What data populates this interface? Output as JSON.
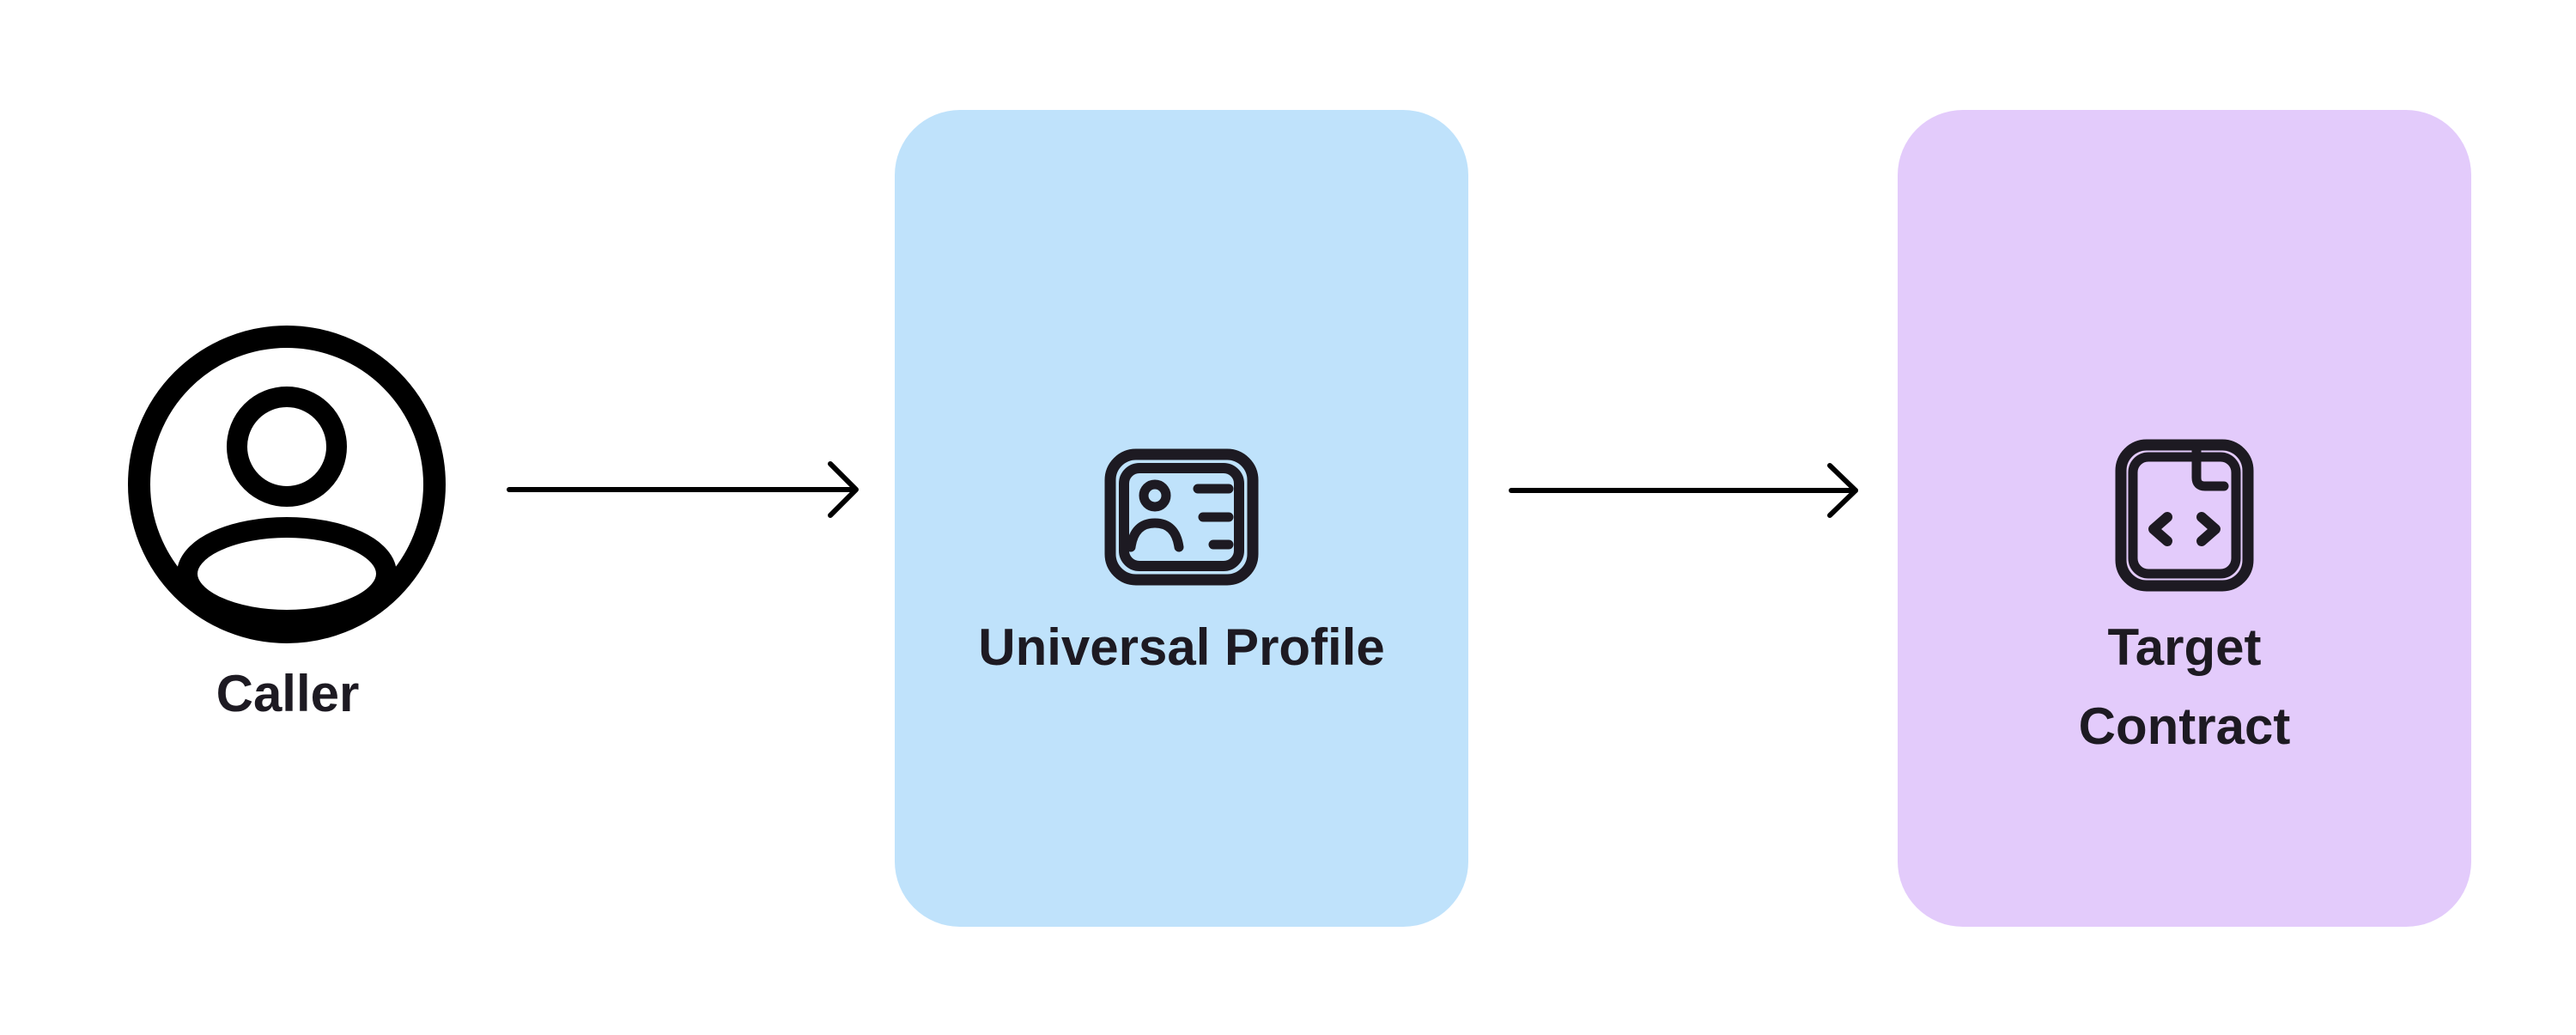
{
  "nodes": {
    "caller": {
      "label": "Caller",
      "icon": "user-circle-icon"
    },
    "universal_profile": {
      "label": "Universal Profile",
      "icon": "id-card-icon",
      "color": "#bfe2fb"
    },
    "target_contract": {
      "label_line1": "Target",
      "label_line2": "Contract",
      "icon": "file-code-icon",
      "color": "#e3cbfb"
    }
  },
  "edges": [
    {
      "from": "caller",
      "to": "universal_profile"
    },
    {
      "from": "universal_profile",
      "to": "target_contract"
    }
  ],
  "colors": {
    "stroke": "#000000",
    "text": "#1d1a22",
    "background": "#ffffff"
  }
}
